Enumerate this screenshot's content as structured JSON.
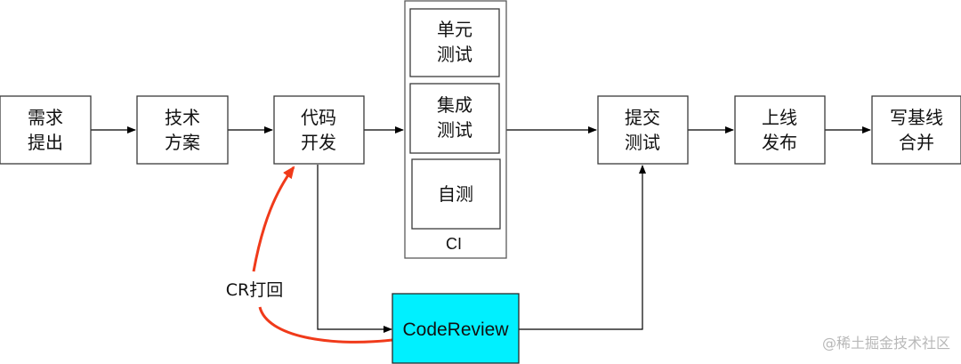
{
  "steps": {
    "requirement": [
      "需求",
      "提出"
    ],
    "tech_plan": [
      "技术",
      "方案"
    ],
    "code_dev": [
      "代码",
      "开发"
    ],
    "unit_test": [
      "单元",
      "测试"
    ],
    "integration_test": [
      "集成",
      "测试"
    ],
    "self_test": [
      "自测"
    ],
    "submit_test": [
      "提交",
      "测试"
    ],
    "release": [
      "上线",
      "发布"
    ],
    "merge_baseline": [
      "写基线",
      "合并"
    ]
  },
  "ci_label": "CI",
  "code_review_label": "CodeReview",
  "cr_reject_label": "CR打回",
  "watermark": "@稀土掘金技术社区",
  "colors": {
    "code_review_fill": "#00f0ff",
    "reject_arrow": "#f03a1a"
  }
}
